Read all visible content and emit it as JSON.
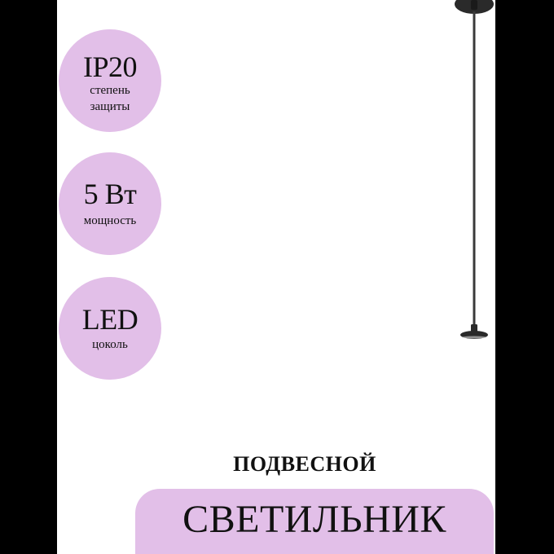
{
  "colors": {
    "accent": "#E2BFE8",
    "border": "#000000",
    "background": "#FFFFFF",
    "text": "#111111",
    "lamp": "#2A2A2A"
  },
  "badges": [
    {
      "value": "IP20",
      "label_line1": "степень",
      "label_line2": "защиты"
    },
    {
      "value": "5 Вт",
      "label_line1": "мощность"
    },
    {
      "value": "LED",
      "label_line1": "цоколь"
    }
  ],
  "product": {
    "subtitle": "ПОДВЕСНОЙ",
    "title": "СВЕТИЛЬНИК",
    "image_icon": "pendant-lamp-icon"
  }
}
